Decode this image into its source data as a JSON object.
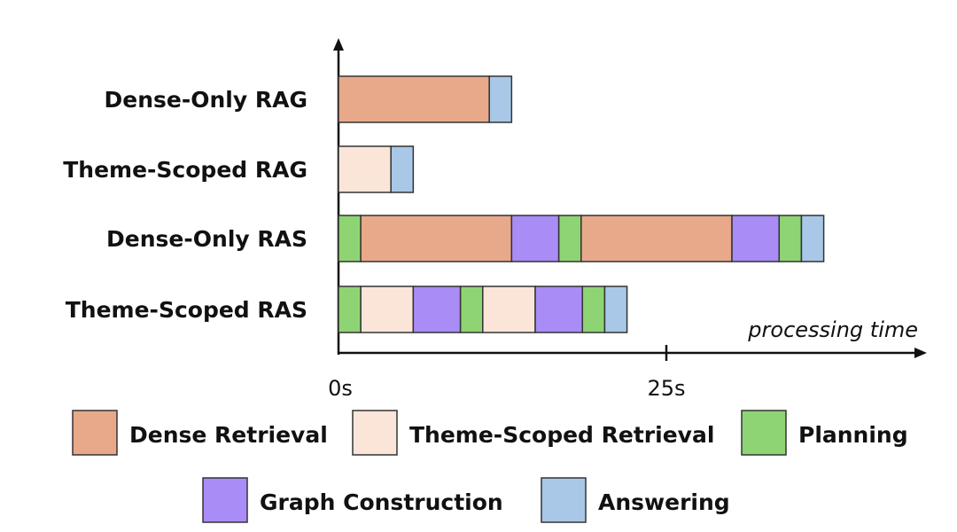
{
  "chart_data": {
    "type": "bar",
    "orientation": "horizontal",
    "stacked": true,
    "x_axis_label": "processing time",
    "x_ticks": [
      {
        "value": 0,
        "label": "0s"
      },
      {
        "value": 25,
        "label": "25s"
      }
    ],
    "xlim": [
      0,
      45
    ],
    "grid": false,
    "legend_placement": "bottom",
    "stages": [
      {
        "key": "dense",
        "name": "Dense Retrieval",
        "color": "#E8A98A"
      },
      {
        "key": "theme",
        "name": "Theme-Scoped Retrieval",
        "color": "#FBE5D9"
      },
      {
        "key": "plan",
        "name": "Planning",
        "color": "#8ED474"
      },
      {
        "key": "graph",
        "name": "Graph Construction",
        "color": "#A98CF5"
      },
      {
        "key": "answer",
        "name": "Answering",
        "color": "#A9C8E8"
      }
    ],
    "rows": [
      {
        "label": "Dense-Only RAG",
        "segments": [
          {
            "stage": "dense",
            "value": 11.5
          },
          {
            "stage": "answer",
            "value": 1.7
          }
        ]
      },
      {
        "label": "Theme-Scoped RAG",
        "segments": [
          {
            "stage": "theme",
            "value": 4.0
          },
          {
            "stage": "answer",
            "value": 1.7
          }
        ]
      },
      {
        "label": "Dense-Only RAS",
        "segments": [
          {
            "stage": "plan",
            "value": 1.7
          },
          {
            "stage": "dense",
            "value": 11.5
          },
          {
            "stage": "graph",
            "value": 3.6
          },
          {
            "stage": "plan",
            "value": 1.7
          },
          {
            "stage": "dense",
            "value": 11.5
          },
          {
            "stage": "graph",
            "value": 3.6
          },
          {
            "stage": "plan",
            "value": 1.7
          },
          {
            "stage": "answer",
            "value": 1.7
          }
        ]
      },
      {
        "label": "Theme-Scoped RAS",
        "segments": [
          {
            "stage": "plan",
            "value": 1.7
          },
          {
            "stage": "theme",
            "value": 4.0
          },
          {
            "stage": "graph",
            "value": 3.6
          },
          {
            "stage": "plan",
            "value": 1.7
          },
          {
            "stage": "theme",
            "value": 4.0
          },
          {
            "stage": "graph",
            "value": 3.6
          },
          {
            "stage": "plan",
            "value": 1.7
          },
          {
            "stage": "answer",
            "value": 1.7
          }
        ]
      }
    ]
  }
}
